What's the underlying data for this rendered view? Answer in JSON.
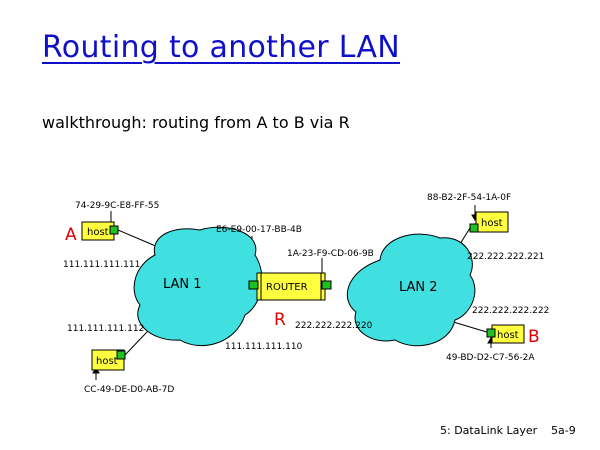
{
  "slide": {
    "title": "Routing to another LAN",
    "subtitle": "walkthrough: routing from A to B via R",
    "footer_left": "5: DataLink Layer",
    "footer_right": "5a-9"
  },
  "colors": {
    "title": "#1010c8",
    "lan_cloud": "#40e0e0",
    "host_box": "#ffff40",
    "adapter": "#20c020",
    "node_letter": "#e00000"
  },
  "diagram": {
    "lans": [
      {
        "label": "LAN 1"
      },
      {
        "label": "LAN 2"
      }
    ],
    "router": {
      "letter": "R",
      "box_label": "ROUTER",
      "iface_lan1": {
        "mac": "E6-E9-00-17-BB-4B",
        "ip": "111.111.111.110"
      },
      "iface_lan2": {
        "mac": "1A-23-F9-CD-06-9B",
        "ip": "222.222.222.220"
      }
    },
    "hosts": [
      {
        "letter": "A",
        "box_label": "host",
        "mac": "74-29-9C-E8-FF-55",
        "ip": "111.111.111.111"
      },
      {
        "letter": "",
        "box_label": "host",
        "mac": "CC-49-DE-D0-AB-7D",
        "ip": "111.111.111.112"
      },
      {
        "letter": "",
        "box_label": "host",
        "mac": "88-B2-2F-54-1A-0F",
        "ip": "222.222.222.221"
      },
      {
        "letter": "B",
        "box_label": "host",
        "mac": "49-BD-D2-C7-56-2A",
        "ip": "222.222.222.222"
      }
    ]
  }
}
